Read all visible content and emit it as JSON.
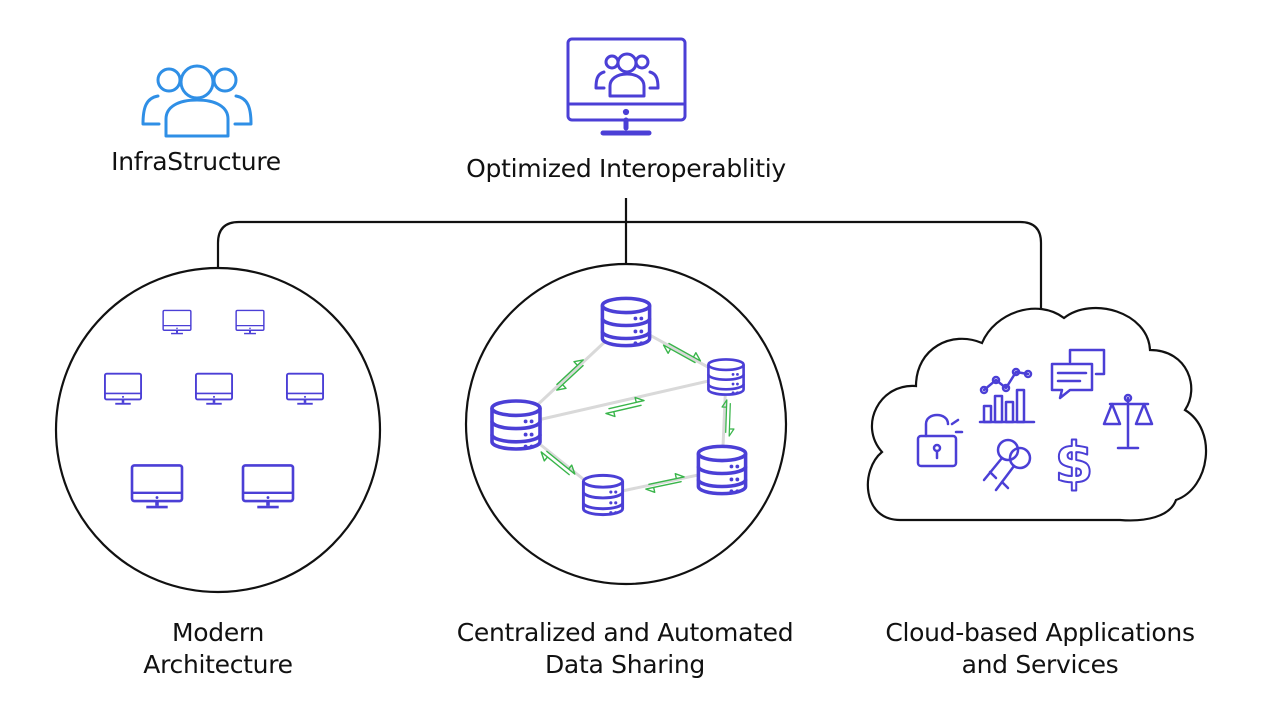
{
  "infrastructure": {
    "label": "InfraStructure",
    "icon": "users-group-icon"
  },
  "root": {
    "label": "Optimized Interoperablitiy",
    "icon": "monitor-users-icon"
  },
  "branches": [
    {
      "id": "modern-architecture",
      "line1": "Modern",
      "line2": "Architecture",
      "icon": "monitors-cluster-icon"
    },
    {
      "id": "data-sharing",
      "line1": "Centralized and Automated",
      "line2": "Data Sharing",
      "icon": "database-network-icon"
    },
    {
      "id": "cloud-apps",
      "line1": "Cloud-based Applications",
      "line2": "and Services",
      "icon": "cloud-services-icon"
    }
  ],
  "colors": {
    "infra_icon": "#2f8fe6",
    "accent": "#4b3fd6",
    "connector": "#111111",
    "link_arrow": "#39b54a",
    "link_line": "#d9d9d9"
  }
}
